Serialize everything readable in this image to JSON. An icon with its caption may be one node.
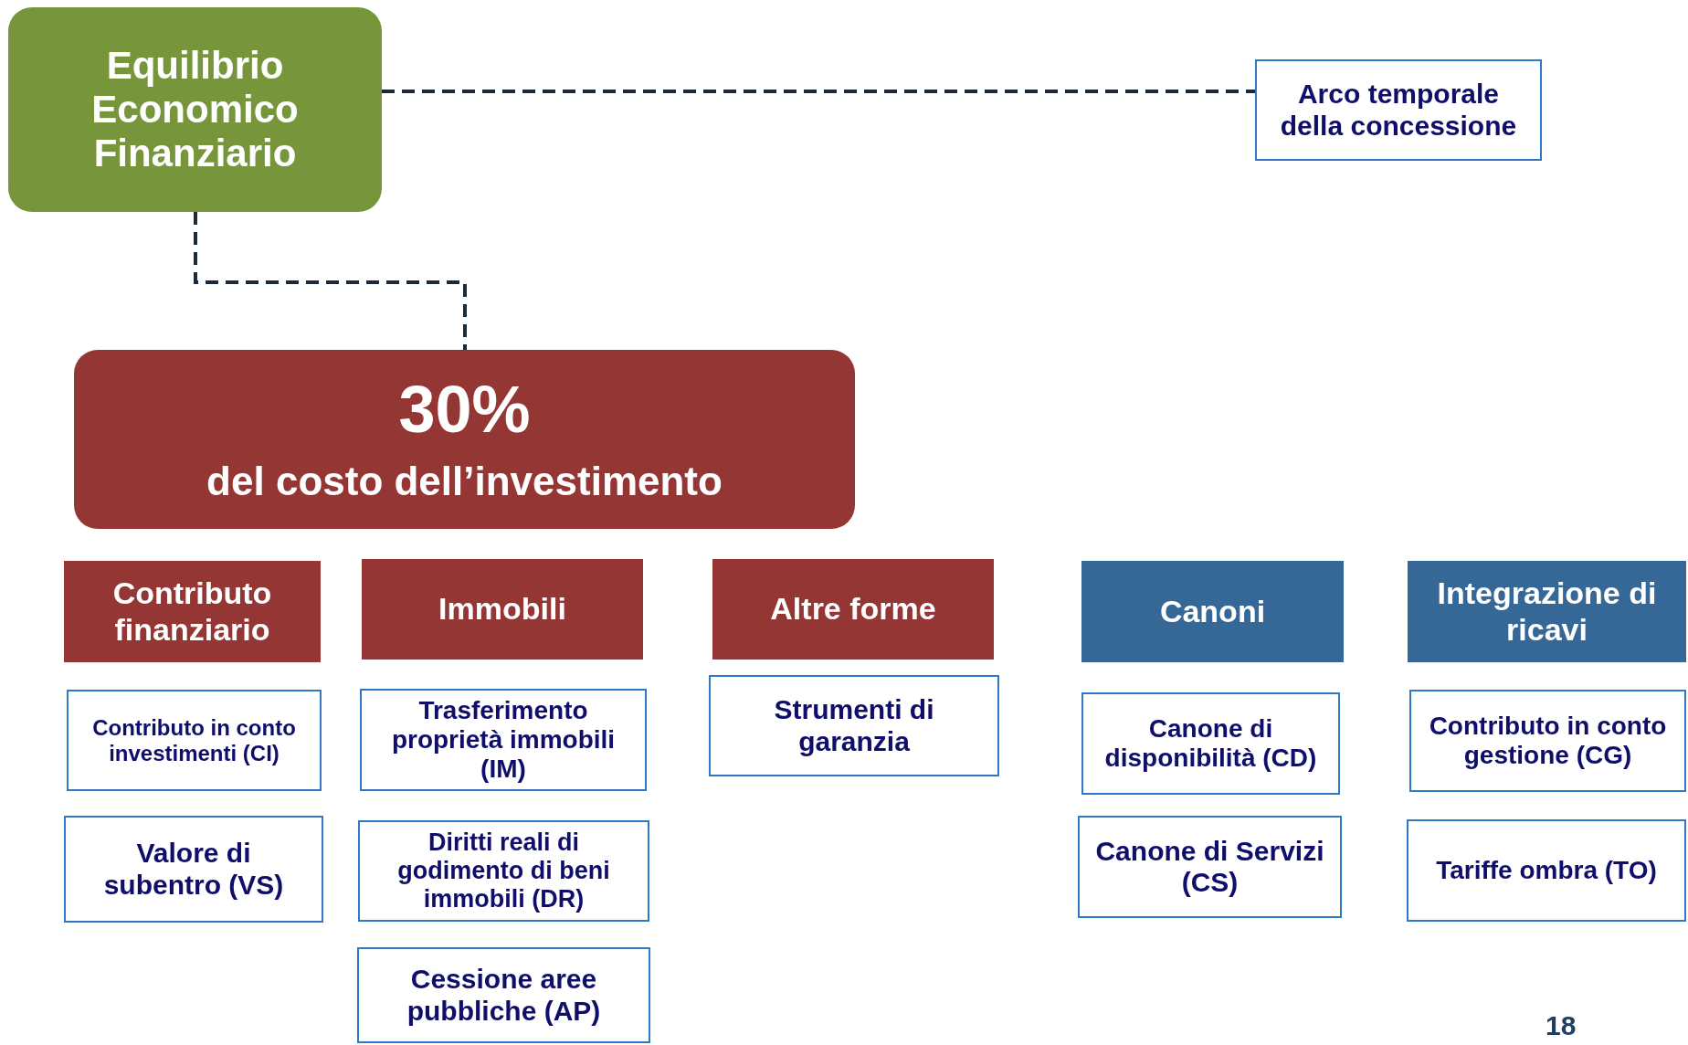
{
  "diagram": {
    "nodes": [
      {
        "text": [
          "Equilibrio Economico Finanziario"
        ]
      },
      {
        "text": [
          "Arco temporale della concessione"
        ]
      },
      {
        "text": [
          "30%",
          "del costo dell’investimento"
        ]
      },
      {
        "text": [
          "Contributo finanziario"
        ]
      },
      {
        "text": [
          "Immobili"
        ]
      },
      {
        "text": [
          "Altre forme"
        ]
      },
      {
        "text": [
          "Canoni"
        ]
      },
      {
        "text": [
          "Integrazione di ricavi"
        ]
      },
      {
        "text": [
          "Contributo in conto investimenti (CI)"
        ]
      },
      {
        "text": [
          "Valore di subentro (VS)"
        ]
      },
      {
        "text": [
          "Trasferimento proprietà immobili (IM)"
        ]
      },
      {
        "text": [
          "Diritti reali di godimento di beni immobili (DR)"
        ]
      },
      {
        "text": [
          "Cessione aree pubbliche (AP)"
        ]
      },
      {
        "text": [
          "Strumenti di garanzia"
        ]
      },
      {
        "text": [
          "Canone di disponibilità (CD)"
        ]
      },
      {
        "text": [
          "Canone di Servizi (CS)"
        ]
      },
      {
        "text": [
          "Contributo in conto gestione (CG)"
        ]
      },
      {
        "text": [
          "Tariffe ombra (TO)"
        ]
      }
    ],
    "edges": [
      {
        "from": 0,
        "to": 1,
        "arrow": "none",
        "style": "dashed"
      },
      {
        "from": 0,
        "to": 2,
        "arrow": "none",
        "style": "dashed"
      }
    ],
    "labels": [
      "18"
    ]
  }
}
